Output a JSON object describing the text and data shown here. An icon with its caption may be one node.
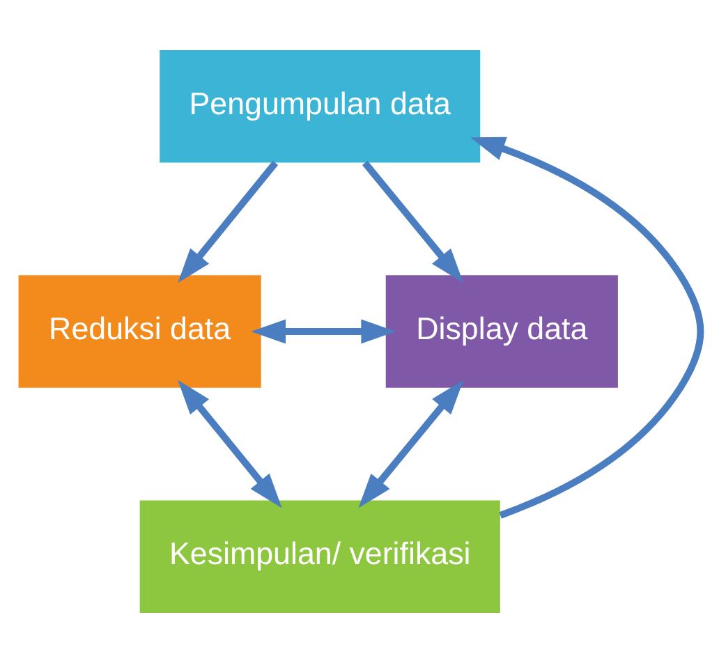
{
  "diagram": {
    "nodes": [
      {
        "text": [
          "Pengumpulan data"
        ]
      },
      {
        "text": [
          "Reduksi data"
        ]
      },
      {
        "text": [
          "Display data"
        ]
      },
      {
        "text": [
          "Kesimpulan/ verifikasi"
        ]
      }
    ],
    "edges": [
      {
        "from": 0,
        "to": 1,
        "arrow": "to"
      },
      {
        "from": 0,
        "to": 2,
        "arrow": "to"
      },
      {
        "from": 1,
        "to": 2,
        "arrow": "both"
      },
      {
        "from": 1,
        "to": 3,
        "arrow": "both"
      },
      {
        "from": 2,
        "to": 3,
        "arrow": "both"
      },
      {
        "from": 3,
        "to": 0,
        "arrow": "to"
      }
    ]
  }
}
